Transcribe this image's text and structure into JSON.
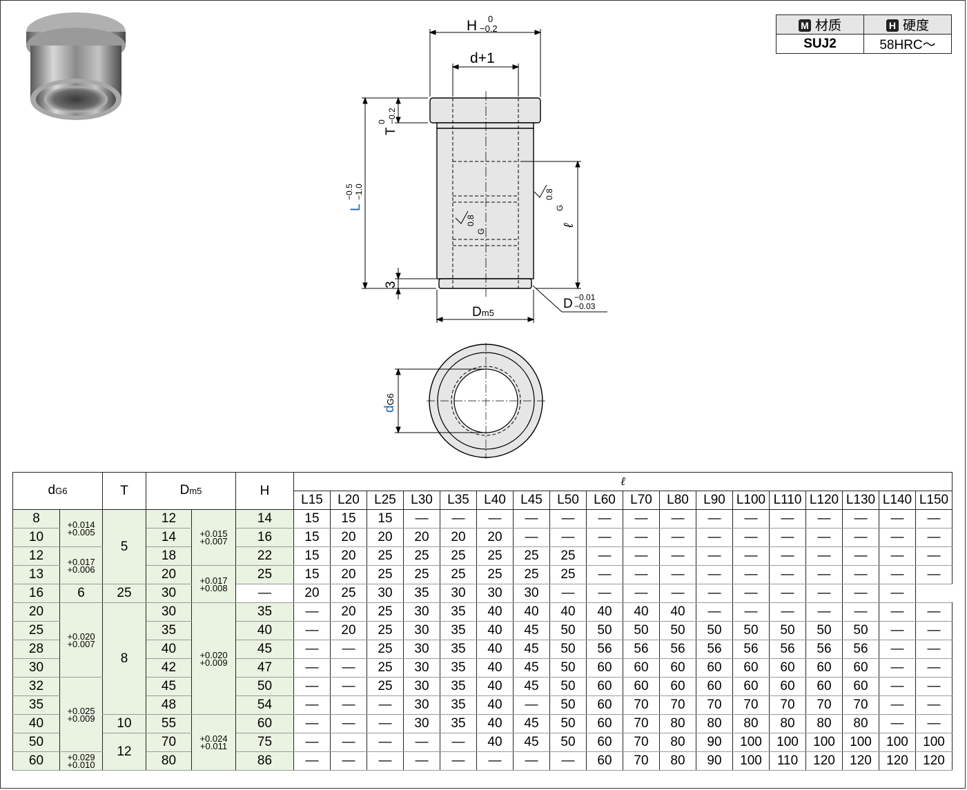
{
  "material_table": {
    "headers": [
      {
        "badge": "M",
        "label": "材质"
      },
      {
        "badge": "H",
        "label": "硬度"
      }
    ],
    "values": [
      "SUJ2",
      "58HRC～"
    ]
  },
  "drawing": {
    "h_dim": "H",
    "h_tol_upper": "0",
    "h_tol_lower": "−0.2",
    "d1_dim": "d+1",
    "t_dim": "T",
    "t_tol_upper": "0",
    "t_tol_lower": "−0.2",
    "l_dim": "L",
    "l_tol_upper": "−0.5",
    "l_tol_lower": "−1.0",
    "three_dim": "3",
    "ell_dim": "ℓ",
    "roughness": "0.8",
    "roughness_g": "G",
    "dm5_main": "D",
    "dm5_sub": "m5",
    "d_chamfer": "D",
    "d_tol_upper": "−0.01",
    "d_tol_lower": "−0.03",
    "dg6_main": "d",
    "dg6_sub": "G6"
  },
  "table": {
    "col_dg6_main": "d",
    "col_dg6_sub": "G6",
    "col_t": "T",
    "col_dm5_main": "D",
    "col_dm5_sub": "m5",
    "col_h": "H",
    "col_ell": "ℓ",
    "l_headers": [
      "L15",
      "L20",
      "L25",
      "L30",
      "L35",
      "L40",
      "L45",
      "L50",
      "L60",
      "L70",
      "L80",
      "L90",
      "L100",
      "L110",
      "L120",
      "L130",
      "L140",
      "L150"
    ],
    "rows": [
      {
        "d": "8",
        "H": "14",
        "L": [
          "15",
          "15",
          "15",
          "—",
          "—",
          "—",
          "—",
          "—",
          "—",
          "—",
          "—",
          "—",
          "—",
          "—",
          "—",
          "—",
          "—",
          "—"
        ]
      },
      {
        "d": "10",
        "H": "16",
        "L": [
          "15",
          "20",
          "20",
          "20",
          "20",
          "20",
          "—",
          "—",
          "—",
          "—",
          "—",
          "—",
          "—",
          "—",
          "—",
          "—",
          "—",
          "—"
        ]
      },
      {
        "d": "12",
        "H": "22",
        "L": [
          "15",
          "20",
          "25",
          "25",
          "25",
          "25",
          "25",
          "25",
          "—",
          "—",
          "—",
          "—",
          "—",
          "—",
          "—",
          "—",
          "—",
          "—"
        ]
      },
      {
        "d": "13",
        "H": "25",
        "L": [
          "15",
          "20",
          "25",
          "25",
          "25",
          "25",
          "25",
          "25",
          "—",
          "—",
          "—",
          "—",
          "—",
          "—",
          "—",
          "—",
          "—",
          "—"
        ]
      },
      {
        "d": "16",
        "H": "30",
        "L": [
          "—",
          "20",
          "25",
          "30",
          "35",
          "30",
          "30",
          "30",
          "—",
          "—",
          "—",
          "—",
          "—",
          "—",
          "—",
          "—",
          "—",
          "—"
        ]
      },
      {
        "d": "20",
        "H": "35",
        "L": [
          "—",
          "20",
          "25",
          "30",
          "35",
          "40",
          "40",
          "40",
          "40",
          "40",
          "40",
          "—",
          "—",
          "—",
          "—",
          "—",
          "—",
          "—"
        ]
      },
      {
        "d": "25",
        "H": "40",
        "L": [
          "—",
          "20",
          "25",
          "30",
          "35",
          "40",
          "45",
          "50",
          "50",
          "50",
          "50",
          "50",
          "50",
          "50",
          "50",
          "50",
          "—",
          "—"
        ]
      },
      {
        "d": "28",
        "H": "45",
        "L": [
          "—",
          "—",
          "25",
          "30",
          "35",
          "40",
          "45",
          "50",
          "56",
          "56",
          "56",
          "56",
          "56",
          "56",
          "56",
          "56",
          "—",
          "—"
        ]
      },
      {
        "d": "30",
        "H": "47",
        "L": [
          "—",
          "—",
          "25",
          "30",
          "35",
          "40",
          "45",
          "50",
          "60",
          "60",
          "60",
          "60",
          "60",
          "60",
          "60",
          "60",
          "—",
          "—"
        ]
      },
      {
        "d": "32",
        "H": "50",
        "L": [
          "—",
          "—",
          "25",
          "30",
          "35",
          "40",
          "45",
          "50",
          "60",
          "60",
          "60",
          "60",
          "60",
          "60",
          "60",
          "60",
          "—",
          "—"
        ]
      },
      {
        "d": "35",
        "H": "54",
        "L": [
          "—",
          "—",
          "—",
          "30",
          "35",
          "40",
          "—",
          "50",
          "60",
          "70",
          "70",
          "70",
          "70",
          "70",
          "70",
          "70",
          "—",
          "—"
        ]
      },
      {
        "d": "40",
        "H": "60",
        "L": [
          "—",
          "—",
          "—",
          "30",
          "35",
          "40",
          "45",
          "50",
          "60",
          "70",
          "80",
          "80",
          "80",
          "80",
          "80",
          "80",
          "—",
          "—"
        ]
      },
      {
        "d": "50",
        "H": "75",
        "L": [
          "—",
          "—",
          "—",
          "—",
          "—",
          "40",
          "45",
          "50",
          "60",
          "70",
          "80",
          "90",
          "100",
          "100",
          "100",
          "100",
          "100",
          "100"
        ]
      },
      {
        "d": "60",
        "H": "86",
        "L": [
          "—",
          "—",
          "—",
          "—",
          "—",
          "—",
          "—",
          "—",
          "60",
          "70",
          "80",
          "90",
          "100",
          "110",
          "120",
          "120",
          "120",
          "120"
        ]
      }
    ],
    "d_tol": [
      {
        "upper": "+0.014",
        "lower": "+0.005"
      },
      {
        "upper": "+0.017",
        "lower": "+0.006"
      },
      {
        "upper": "+0.020",
        "lower": "+0.007"
      },
      {
        "upper": "+0.025",
        "lower": "+0.009"
      },
      {
        "upper": "+0.029",
        "lower": "+0.010"
      }
    ],
    "t_values": [
      "5",
      "6",
      "8",
      "10",
      "12"
    ],
    "D_values": [
      "12",
      "14",
      "18",
      "20",
      "25",
      "30",
      "35",
      "40",
      "42",
      "45",
      "48",
      "55",
      "70",
      "80"
    ],
    "D_tol": [
      {
        "upper": "+0.015",
        "lower": "+0.007"
      },
      {
        "upper": "+0.017",
        "lower": "+0.008"
      },
      {
        "upper": "+0.020",
        "lower": "+0.009"
      },
      {
        "upper": "+0.024",
        "lower": "+0.011"
      }
    ]
  }
}
